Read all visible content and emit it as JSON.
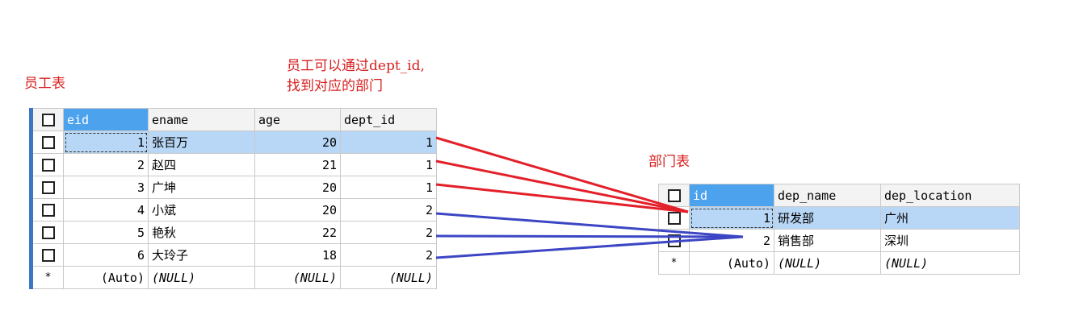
{
  "labels": {
    "employee_title": "员工表",
    "note_line1": "员工可以通过dept_id,",
    "note_line2": "找到对应的部门",
    "department_title": "部门表"
  },
  "employee_table": {
    "columns": [
      "eid",
      "ename",
      "age",
      "dept_id"
    ],
    "rows": [
      {
        "eid": "1",
        "ename": "张百万",
        "age": "20",
        "dept_id": "1"
      },
      {
        "eid": "2",
        "ename": "赵四",
        "age": "21",
        "dept_id": "1"
      },
      {
        "eid": "3",
        "ename": "广坤",
        "age": "20",
        "dept_id": "1"
      },
      {
        "eid": "4",
        "ename": "小斌",
        "age": "20",
        "dept_id": "2"
      },
      {
        "eid": "5",
        "ename": "艳秋",
        "age": "22",
        "dept_id": "2"
      },
      {
        "eid": "6",
        "ename": "大玲子",
        "age": "18",
        "dept_id": "2"
      }
    ],
    "new_row": {
      "marker": "*",
      "eid": "(Auto)",
      "ename": "(NULL)",
      "age": "(NULL)",
      "dept_id": "(NULL)"
    }
  },
  "department_table": {
    "columns": [
      "id",
      "dep_name",
      "dep_location"
    ],
    "rows": [
      {
        "id": "1",
        "dep_name": "研发部",
        "dep_location": "广州"
      },
      {
        "id": "2",
        "dep_name": "销售部",
        "dep_location": "深圳"
      }
    ],
    "new_row": {
      "marker": "*",
      "id": "(Auto)",
      "dep_name": "(NULL)",
      "dep_location": "(NULL)"
    }
  },
  "colors": {
    "label_red": "#d81e1e",
    "arrow_dept_1": "#e3202a",
    "arrow_dept_2": "#3c46c4",
    "header_highlight": "#4da2ee",
    "selected_row": "#b8d6f5"
  }
}
